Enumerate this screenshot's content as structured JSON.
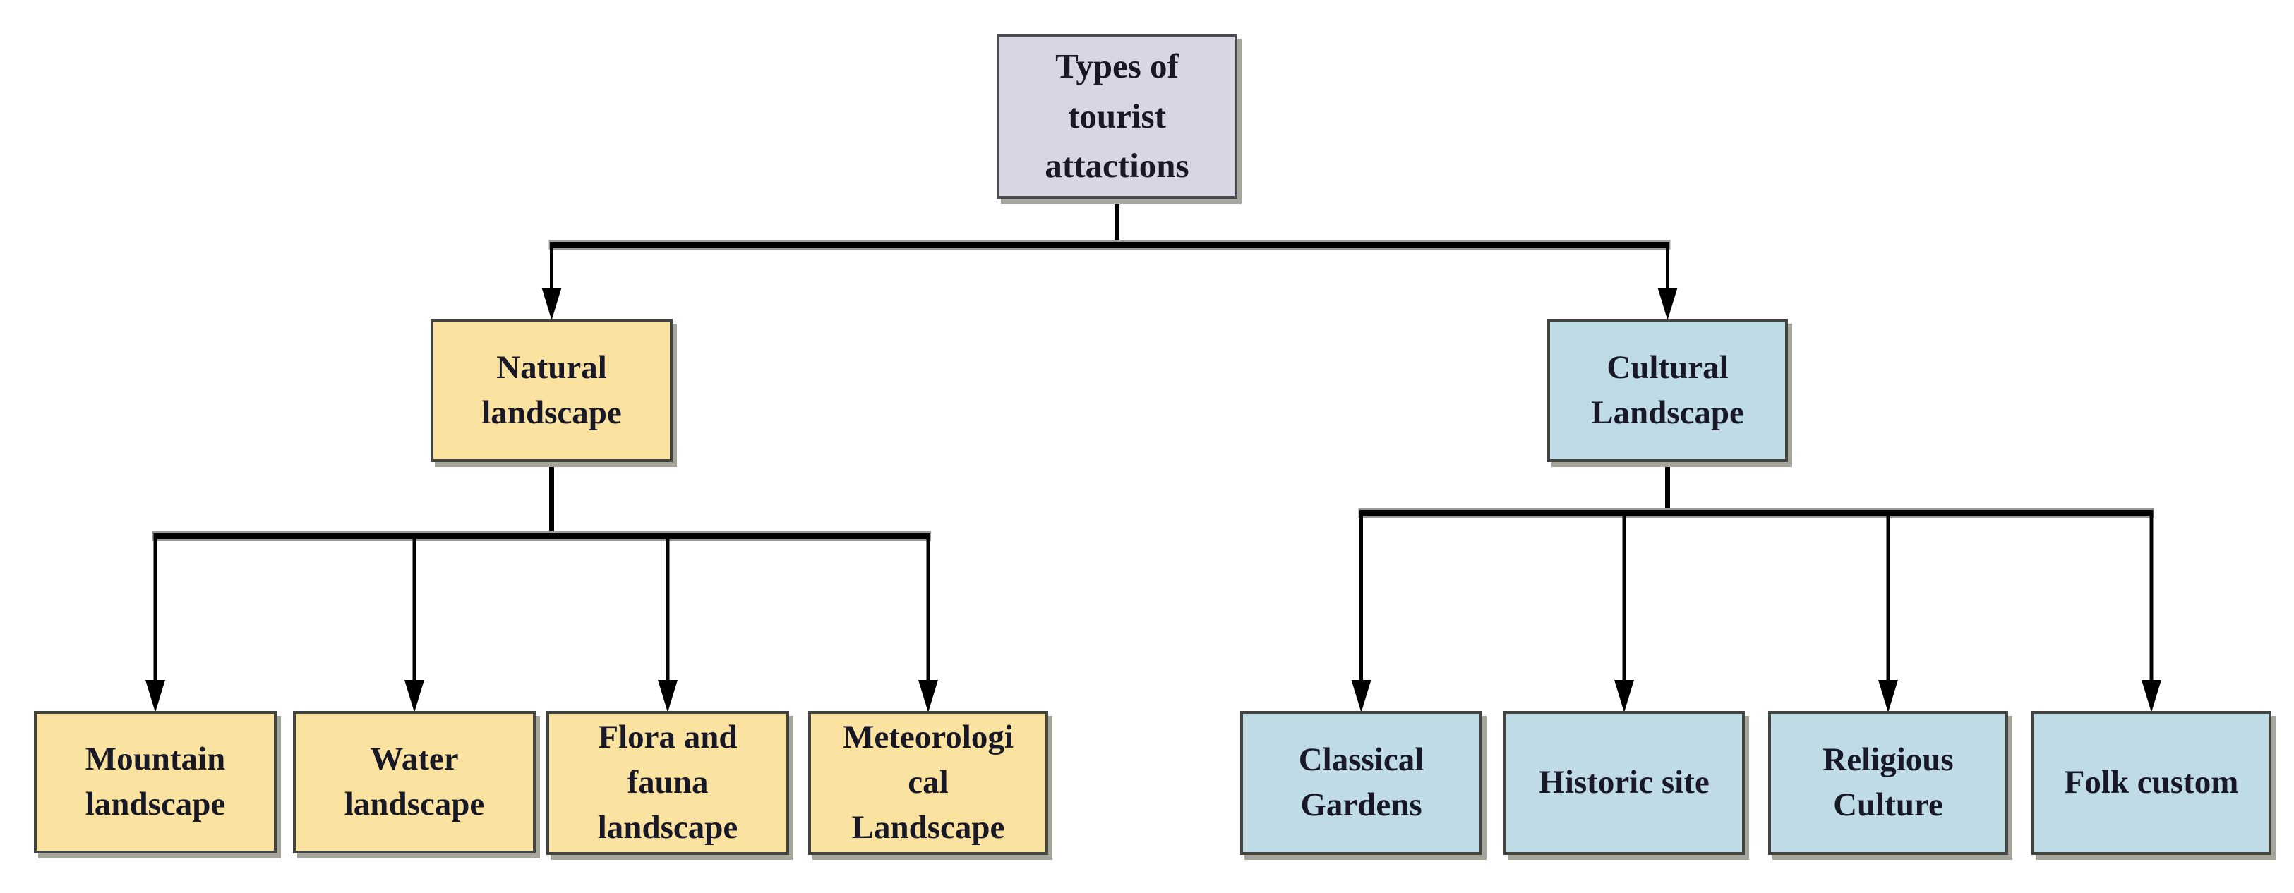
{
  "diagram": {
    "type": "flowchart-tree",
    "background": "#ffffff",
    "colors": {
      "root_fill": "#d9d6e3",
      "natural_fill": "#fae2a0",
      "cultural_fill": "#bedbe6",
      "border": "#42443f",
      "shadow": "#a6a59c",
      "text": "#181826",
      "line": "#000000"
    },
    "nodes": [
      {
        "id": "root",
        "lines": [
          "Types of",
          "tourist",
          "attactions"
        ],
        "fill": "root_fill"
      },
      {
        "id": "natural",
        "lines": [
          "Natural",
          "landscape"
        ],
        "fill": "natural_fill"
      },
      {
        "id": "cultural",
        "lines": [
          "Cultural",
          "Landscape"
        ],
        "fill": "cultural_fill"
      },
      {
        "id": "mountain",
        "lines": [
          "Mountain",
          "landscape"
        ],
        "fill": "natural_fill"
      },
      {
        "id": "water",
        "lines": [
          "Water",
          "landscape"
        ],
        "fill": "natural_fill"
      },
      {
        "id": "flora",
        "lines": [
          "Flora and",
          "fauna",
          "landscape"
        ],
        "fill": "natural_fill"
      },
      {
        "id": "meteorological",
        "lines": [
          "Meteorologi",
          "cal",
          "Landscape"
        ],
        "fill": "natural_fill"
      },
      {
        "id": "classical",
        "lines": [
          "Classical",
          "Gardens"
        ],
        "fill": "cultural_fill"
      },
      {
        "id": "historic",
        "lines": [
          "Historic site"
        ],
        "fill": "cultural_fill"
      },
      {
        "id": "religious",
        "lines": [
          "Religious",
          "Culture"
        ],
        "fill": "cultural_fill"
      },
      {
        "id": "folk",
        "lines": [
          "Folk custom"
        ],
        "fill": "cultural_fill"
      }
    ],
    "edges": [
      {
        "from": "root",
        "to": [
          "natural",
          "cultural"
        ]
      },
      {
        "from": "natural",
        "to": [
          "mountain",
          "water",
          "flora",
          "meteorological"
        ]
      },
      {
        "from": "cultural",
        "to": [
          "classical",
          "historic",
          "religious",
          "folk"
        ]
      }
    ]
  }
}
